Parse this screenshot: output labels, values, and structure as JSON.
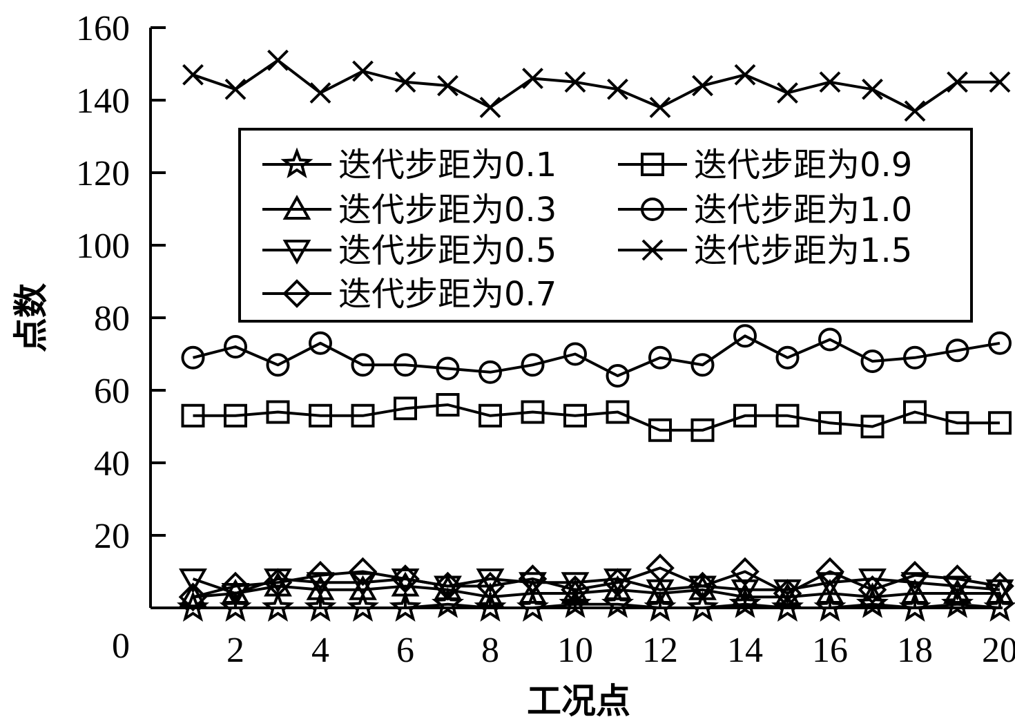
{
  "chart_data": {
    "type": "line",
    "title": "",
    "xlabel": "工况点",
    "ylabel": "点数",
    "xlim": [
      0,
      20
    ],
    "ylim": [
      0,
      160
    ],
    "xticks": [
      2,
      4,
      6,
      8,
      10,
      12,
      14,
      16,
      18,
      20
    ],
    "yticks": [
      0,
      20,
      40,
      60,
      80,
      100,
      120,
      140,
      160
    ],
    "grid": false,
    "legend_position": "upper-middle",
    "x": [
      1,
      2,
      3,
      4,
      5,
      6,
      7,
      8,
      9,
      10,
      11,
      12,
      13,
      14,
      15,
      16,
      17,
      18,
      19,
      20
    ],
    "series": [
      {
        "name": "迭代步距为0.1",
        "marker": "star",
        "values": [
          0,
          0,
          0,
          0,
          0,
          0,
          1,
          0,
          0,
          1,
          1,
          0,
          0,
          1,
          0,
          0,
          1,
          0,
          1,
          0
        ]
      },
      {
        "name": "迭代步距为0.3",
        "marker": "triangle-up",
        "values": [
          3,
          4,
          6,
          5,
          5,
          6,
          5,
          3,
          4,
          4,
          5,
          4,
          5,
          3,
          3,
          4,
          3,
          4,
          4,
          4
        ]
      },
      {
        "name": "迭代步距为0.5",
        "marker": "triangle-down",
        "values": [
          8,
          4,
          8,
          7,
          7,
          8,
          6,
          8,
          7,
          7,
          8,
          5,
          6,
          5,
          5,
          7,
          8,
          7,
          6,
          5
        ]
      },
      {
        "name": "迭代步距为0.7",
        "marker": "diamond",
        "values": [
          3,
          6,
          7,
          9,
          10,
          8,
          6,
          6,
          8,
          5,
          7,
          11,
          6,
          10,
          4,
          10,
          5,
          9,
          8,
          6
        ]
      },
      {
        "name": "迭代步距为0.9",
        "marker": "square",
        "values": [
          53,
          53,
          54,
          53,
          53,
          55,
          56,
          53,
          54,
          53,
          54,
          49,
          49,
          53,
          53,
          51,
          50,
          54,
          51,
          51
        ]
      },
      {
        "name": "迭代步距为1.0",
        "marker": "circle",
        "values": [
          69,
          72,
          67,
          73,
          67,
          67,
          66,
          65,
          67,
          70,
          64,
          69,
          67,
          75,
          69,
          74,
          68,
          69,
          71,
          73
        ]
      },
      {
        "name": "迭代步距为1.5",
        "marker": "x",
        "values": [
          147,
          143,
          151,
          142,
          148,
          145,
          144,
          138,
          146,
          145,
          143,
          138,
          144,
          147,
          142,
          145,
          143,
          137,
          145,
          145
        ]
      }
    ]
  }
}
